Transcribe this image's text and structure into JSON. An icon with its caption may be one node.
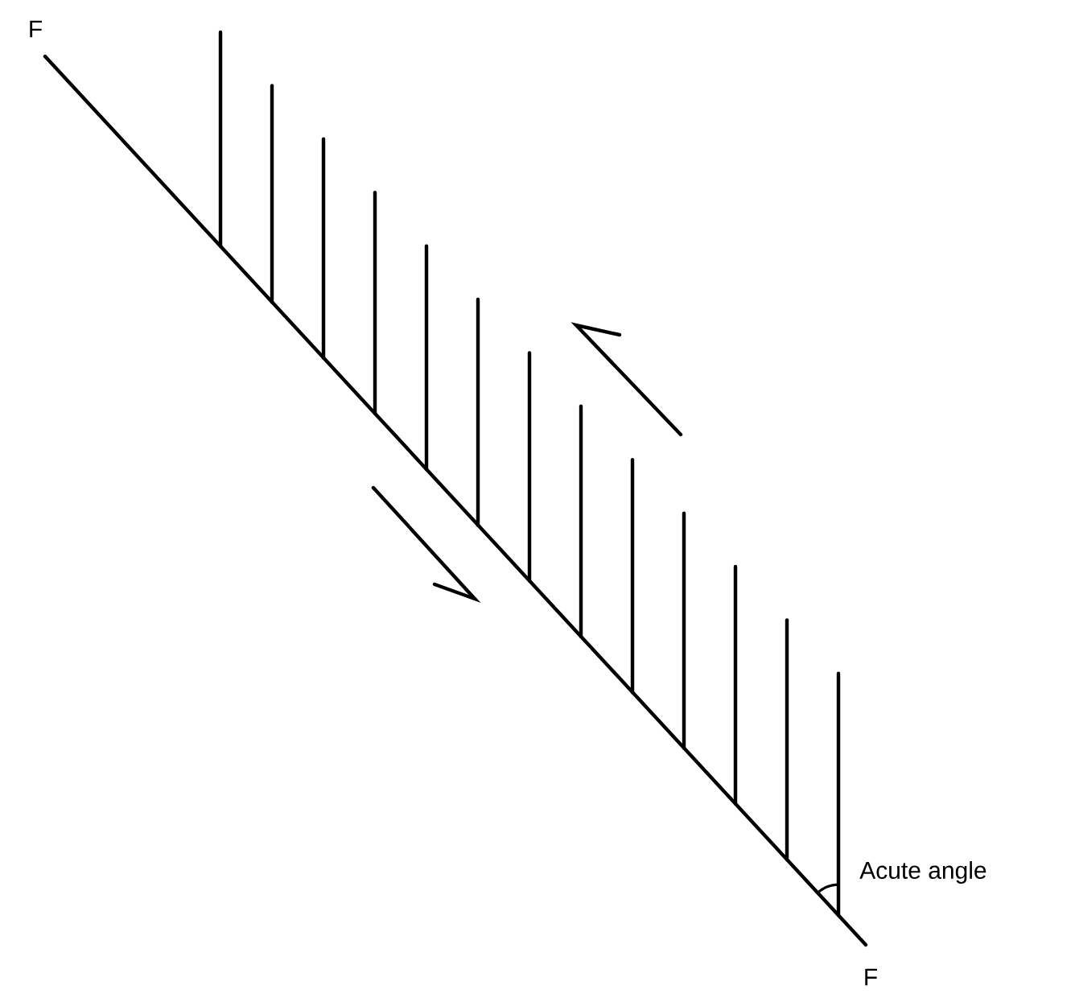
{
  "diagram": {
    "labels": [
      "F",
      "F",
      "Acute angle"
    ]
  }
}
